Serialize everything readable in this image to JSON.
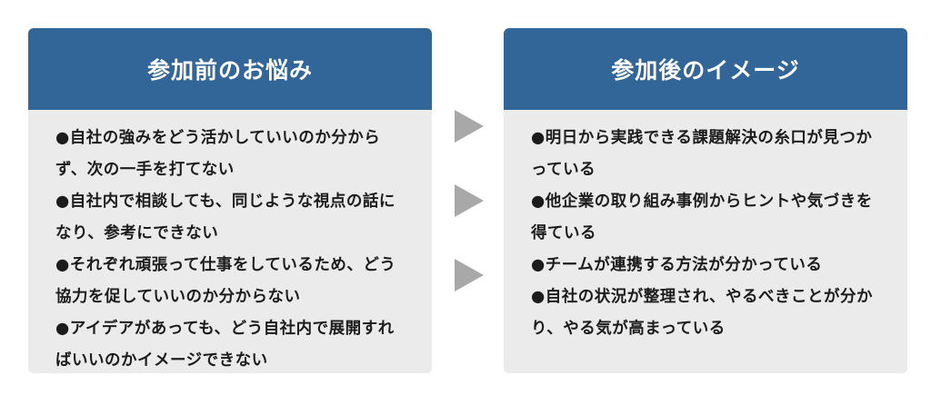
{
  "before": {
    "title": "参加前のお悩み",
    "items": [
      "●自社の強みをどう活かしていいのか分からず、次の一手を打てない",
      "●自社内で相談しても、同じような視点の話になり、参考にできない",
      "●それぞれ頑張って仕事をしているため、どう協力を促していいのか分からない",
      "●アイデアがあっても、どう自社内で展開すればいいのかイメージできない"
    ]
  },
  "after": {
    "title": "参加後のイメージ",
    "items": [
      "●明日から実践できる課題解決の糸口が見つかっている",
      "●他企業の取り組み事例からヒントや気づきを得ている",
      "●チームが連携する方法が分かっている",
      "●自社の状況が整理され、やるべきことが分かり、やる気が高まっている"
    ]
  },
  "colors": {
    "header": "#336698",
    "panel": "#ebebeb",
    "arrow": "#a8a8a8"
  }
}
